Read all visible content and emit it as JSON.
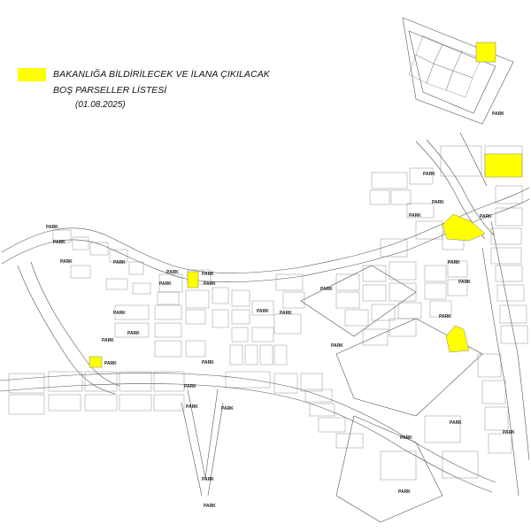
{
  "legend": {
    "swatch_color": "#ffff00",
    "title": "BAKANLIĞA BİLDİRİLECEK VE İLANA ÇIKILACAK",
    "subtitle": "BOŞ PARSELLER LİSTESİ",
    "date": "(01.08.2025)"
  },
  "map": {
    "line_color": "#555555",
    "highlight_color": "#ffff00",
    "park_label": "PARK"
  }
}
